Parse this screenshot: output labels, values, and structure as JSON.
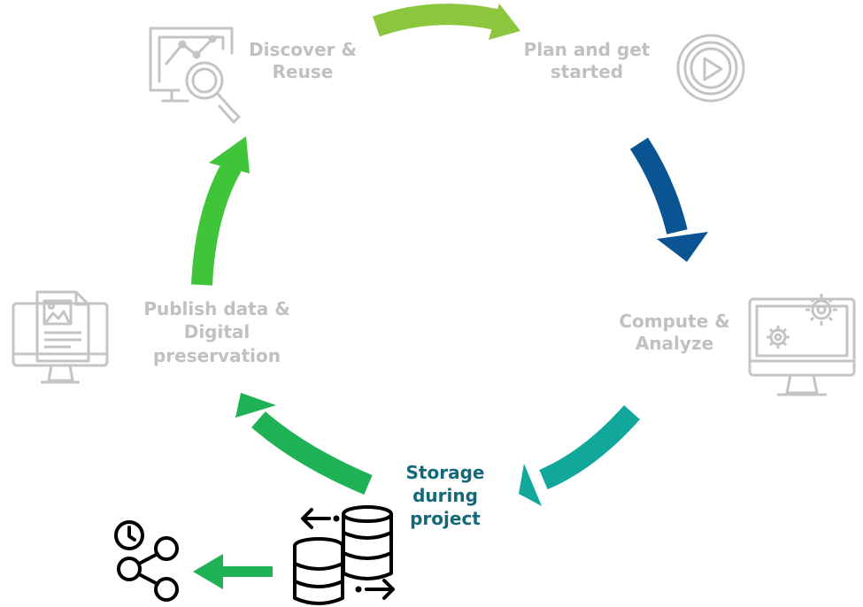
{
  "diagram": {
    "stages": [
      {
        "id": "discover",
        "lines": [
          "Discover &",
          "Reuse"
        ],
        "icon": "analytics-search-icon",
        "active": false
      },
      {
        "id": "plan",
        "lines": [
          "Plan and get",
          "started"
        ],
        "icon": "play-icon",
        "active": false
      },
      {
        "id": "compute",
        "lines": [
          "Compute &",
          "Analyze"
        ],
        "icon": "monitor-gears-icon",
        "active": false
      },
      {
        "id": "storage",
        "lines": [
          "Storage",
          "during",
          "project"
        ],
        "icon": "database-transfer-icon",
        "active": true
      },
      {
        "id": "publish",
        "lines": [
          "Publish data &",
          "Digital",
          "preservation"
        ],
        "icon": "monitor-document-icon",
        "active": false
      }
    ],
    "share_icon": "share-clock-icon",
    "colors": {
      "inactive_text": "#c0c0c0",
      "active_text": "#13697a",
      "icon_inactive": "#c4c4c4",
      "icon_active": "#000000",
      "arrow_discover_to_plan": "#8cc63f",
      "arrow_plan_to_compute": "#0b5493",
      "arrow_compute_to_storage": "#11a89b",
      "arrow_storage_to_publish": "#1fb254",
      "arrow_publish_to_discover": "#3fc43a",
      "arrow_storage_to_share": "#1fb254"
    }
  }
}
